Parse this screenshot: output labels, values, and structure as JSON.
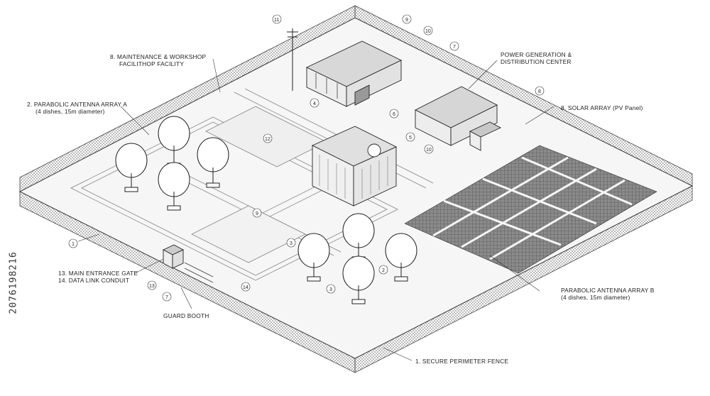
{
  "labels": {
    "maintenance_line1": "8. MAINTENANCE & WORKSHOP",
    "maintenance_line2": "FACILITHOP FACILITY",
    "power_line1": "POWER GENERATION &",
    "power_line2": "DISTRIBUTION CENTER",
    "array_a_line1": "2. PARABOLIC ANTENNA ARRAY A",
    "array_a_line2": "(4 dishes, 15m diameter)",
    "solar": "8. SOLAR ARRAY (PV Panel)",
    "gate_line1": "13. MAIN ENTRANCE GATE",
    "gate_line2": "14. DATA LINK CONDUIT",
    "guard": "GUARD BOOTH",
    "array_b_line1": "PARABOLIC ANTENNA ARRAY B",
    "array_b_line2": "(4 dishes, 15m diameter)",
    "fence": "1. SECURE PERIMETER FENCE"
  },
  "callouts": {
    "c11": "11",
    "c9": "9",
    "c10": "10",
    "c7": "7",
    "c8": "8",
    "c4": "4",
    "c6": "6",
    "c5": "5",
    "c10b": "10",
    "c12": "12",
    "c9b": "9",
    "c1": "1",
    "c3a": "3",
    "c3b": "3",
    "c2": "2",
    "c13": "13",
    "c7b": "7",
    "c14": "14"
  },
  "stock_id": "2076198216",
  "colors": {
    "ink": "#222222",
    "fence": "#555555",
    "ground": "#f7f7f7",
    "panel": "#6a6a6a"
  }
}
